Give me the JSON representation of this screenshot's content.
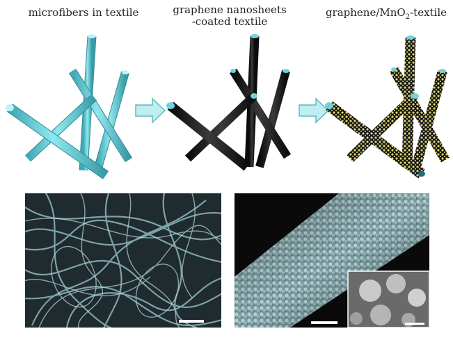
{
  "labels": {
    "step1": "microfibers in textile",
    "step2_line1": "graphene nanosheets",
    "step2_line2": "-coated textile",
    "step3_prefix": "graphene/MnO",
    "step3_sub": "2",
    "step3_suffix": "-textile"
  },
  "colors": {
    "fiber_cyan": "#6fd3dc",
    "fiber_black": "#1a1a1a",
    "dot_yellow": "#d9d27a",
    "arrow_fill": "#bfeef0"
  }
}
